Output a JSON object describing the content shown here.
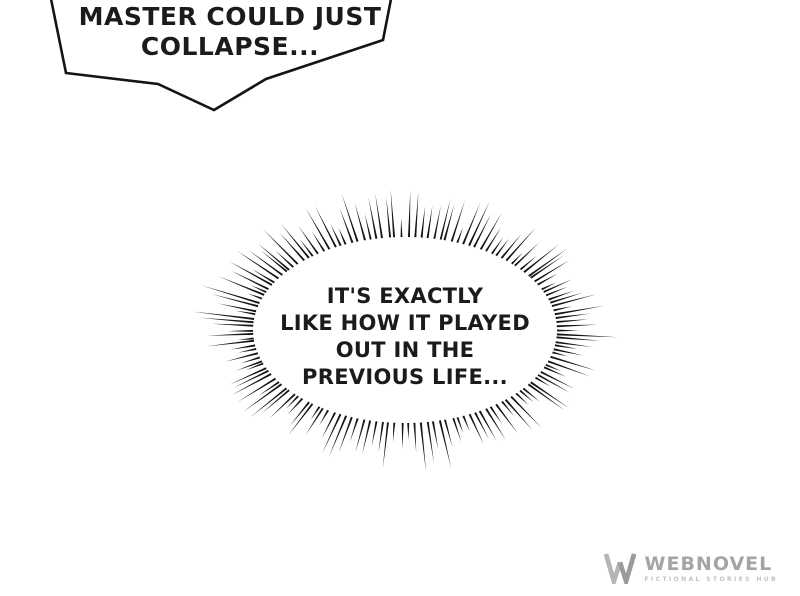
{
  "top_bubble": {
    "line1": "MASTER COULD JUST",
    "line2": "COLLAPSE..."
  },
  "burst_bubble": {
    "lines": [
      "IT'S EXACTLY",
      "LIKE HOW IT PLAYED",
      "OUT IN THE",
      "PREVIOUS LIFE..."
    ]
  },
  "watermark": {
    "brand": "WEBNOVEL",
    "tagline": "FICTIONAL STORIES HUB",
    "color": "#a4a4a4"
  },
  "colors": {
    "background": "#ffffff",
    "ink": "#161616"
  }
}
